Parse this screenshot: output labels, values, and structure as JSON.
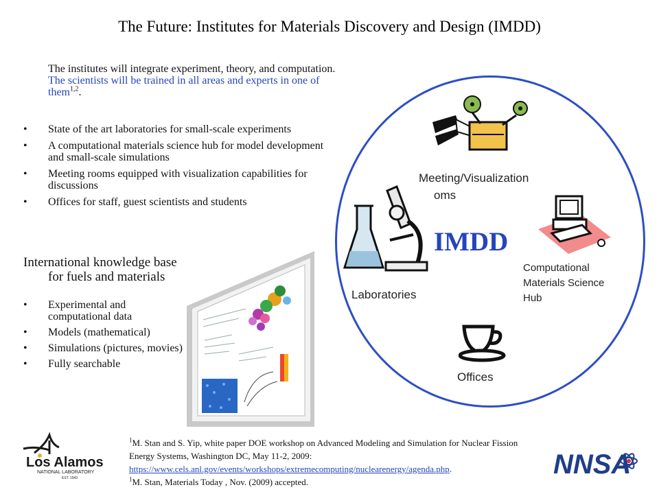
{
  "title": "The Future: Institutes for Materials Discovery and Design (IMDD)",
  "intro": {
    "text_black": "The institutes will integrate experiment, theory, and computation.",
    "text_blue": "The scientists will be trained in all areas and experts in one of them",
    "superscript": "1,2",
    "end": "."
  },
  "bullets_main": [
    "State of the art laboratories for small-scale experiments",
    "A computational materials science hub for model development and small-scale  simulations",
    "Meeting rooms equipped with visualization capabilities for discussions",
    "Offices for staff, guest scientists and students"
  ],
  "knowledge_base": {
    "title_line1": "International knowledge base",
    "title_line2": "for fuels and materials",
    "bullets": [
      "Experimental and computational data",
      "Models (mathematical)",
      "Simulations (pictures, movies)",
      "Fully searchable"
    ]
  },
  "diagram": {
    "center_label": "IMDD",
    "meeting_label_line1": "Meeting/Visualization",
    "meeting_label_line2": "oms",
    "lab_label": "Laboratories",
    "comp_label_lines": [
      "Computational",
      "Materials Science",
      "Hub"
    ],
    "offices_label": "Offices",
    "colors": {
      "circle": "#2d4ec4",
      "center_text": "#2446b8"
    }
  },
  "footnote": {
    "sup1": "1",
    "ref1_text": "M. Stan and S. Yip, white paper DOE workshop on Advanced Modeling and Simulation  for Nuclear Fission Energy Systems, Washington DC, May 11-2, 2009:",
    "ref1_link": "https://www.cels.anl.gov/events/workshops/extremecomputing/nuclearenergy/agenda.php",
    "ref1_end": ".",
    "sup2": "1",
    "ref2_text": "M. Stan, Materials Today , Nov. (2009) accepted."
  },
  "logos": {
    "los_alamos_line1": "Los Alamos",
    "los_alamos_line2": "NATIONAL LABORATORY",
    "los_alamos_est": "EST. 1943",
    "nnsa": "NNSA"
  }
}
